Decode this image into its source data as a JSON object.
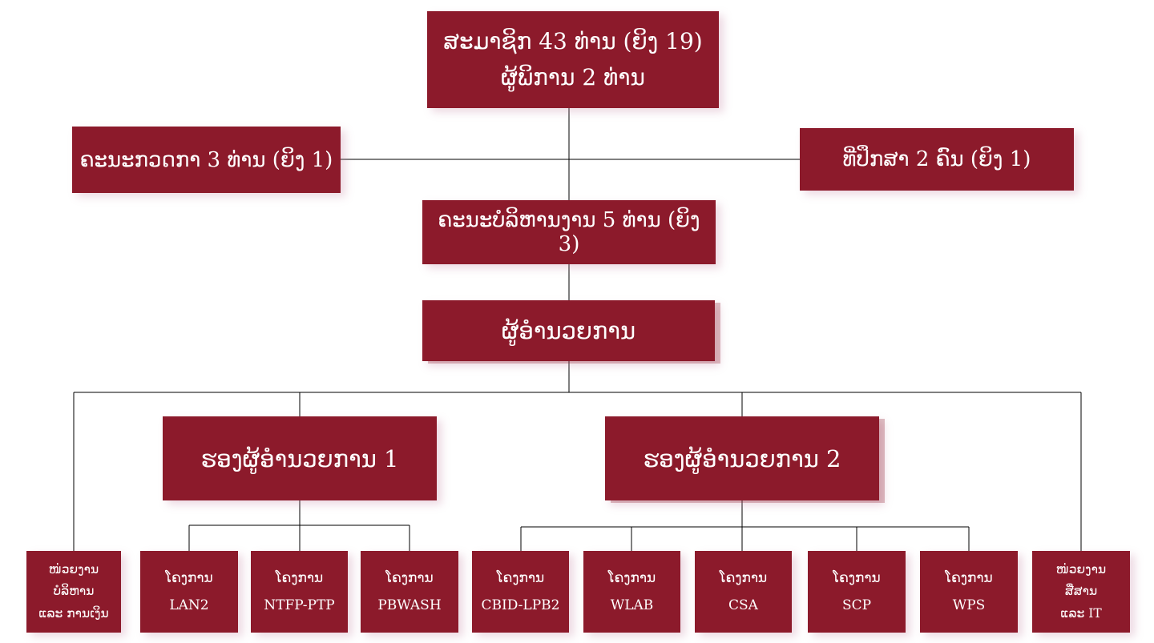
{
  "page": {
    "background": "#ffffff"
  },
  "colors": {
    "box": "#8C1A2B",
    "text": "#FFFFFF",
    "line": "#000000"
  },
  "nodes": {
    "members": {
      "line1": "ສະມາຊິກ 43 ທ່ານ (ຍິງ 19)",
      "line2": "ຜູ້ພິການ 2 ທ່ານ"
    },
    "inspection": {
      "label": "ຄະນະກວດກາ 3 ທ່ານ (ຍິງ 1)"
    },
    "advisors": {
      "label": "ທີ່ປຶກສາ 2 ຄົນ (ຍິງ 1)"
    },
    "board": {
      "label": "ຄະນະບໍລິຫານງານ 5 ທ່ານ (ຍິງ 3)"
    },
    "director": {
      "label": "ຜູ້ອຳນວຍການ"
    },
    "deputy1": {
      "label": "ຮອງຜູ້ອຳນວຍການ 1"
    },
    "deputy2": {
      "label": "ຮອງຜູ້ອຳນວຍການ 2"
    },
    "units": [
      {
        "lines": [
          "ໜ່ວຍງານ",
          "ບໍລິຫານ",
          "ແລະ ການເງິນ"
        ]
      },
      {
        "lines": [
          "ໂຄງການ",
          "LAN2"
        ]
      },
      {
        "lines": [
          "ໂຄງການ",
          "NTFP-PTP"
        ]
      },
      {
        "lines": [
          "ໂຄງການ",
          "PBWASH"
        ]
      },
      {
        "lines": [
          "ໂຄງການ",
          "CBID-LPB2"
        ]
      },
      {
        "lines": [
          "ໂຄງການ",
          "WLAB"
        ]
      },
      {
        "lines": [
          "ໂຄງການ",
          "CSA"
        ]
      },
      {
        "lines": [
          "ໂຄງການ",
          "SCP"
        ]
      },
      {
        "lines": [
          "ໂຄງການ",
          "WPS"
        ]
      },
      {
        "lines": [
          "ໜ່ວຍງານ",
          "ສື່ສານ",
          "ແລະ IT"
        ]
      }
    ]
  }
}
